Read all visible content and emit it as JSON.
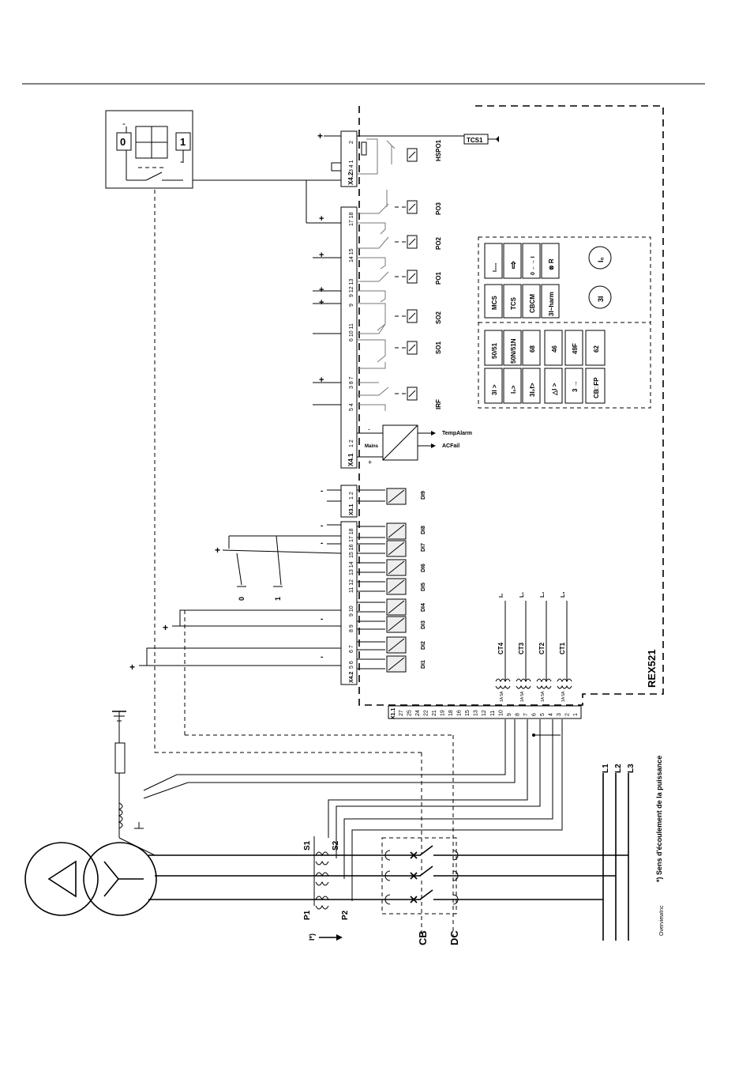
{
  "device_label": "REX521",
  "connectors": {
    "x42": "X4.2",
    "x41": "X4.1",
    "x31": "X3.1",
    "x11": "X1.1"
  },
  "outputs": {
    "tcs1": "TCS1",
    "hspo1": "HSPO1",
    "po3": "PO3",
    "po2": "PO2",
    "po1": "PO1",
    "so2": "SO2",
    "so1": "SO1",
    "irf": "IRF",
    "temp_alarm": "TempAlarm",
    "acfail": "ACFail",
    "mains": "Mains"
  },
  "digital_inputs": [
    "DI9",
    "DI8",
    "DI7",
    "DI6",
    "DI5",
    "DI4",
    "DI3",
    "DI2",
    "DI1"
  ],
  "terminal_numbers": {
    "hspo1": "2",
    "hspo1_b": "3 4 1",
    "po3": "17 18",
    "po2": "14 15",
    "po1": "9 12 13",
    "so2": "9",
    "so1": "6 10 11",
    "so1_b": "3 8 7",
    "irf": "5 4",
    "psu": "1 2",
    "di9": "1 2",
    "di8": "17 18",
    "di7": "15 16",
    "di6": "13 14",
    "di5": "11 12",
    "di4": "9 10",
    "di3": "8 9",
    "di2": "6 7",
    "di1": "5 6"
  },
  "x11_terminals": [
    "27",
    "25",
    "24",
    "22",
    "21",
    "19",
    "18",
    "16",
    "15",
    "13",
    "12",
    "11",
    "10",
    "9",
    "8",
    "7",
    "6",
    "5",
    "4",
    "3",
    "2",
    "1"
  ],
  "ct_labels": [
    "CT4",
    "CT3",
    "CT2",
    "CT1"
  ],
  "ct_currents": [
    "I₀",
    "L₁",
    "L₂",
    "L₃"
  ],
  "ct_ratings": "1A 5A",
  "function_blocks": {
    "protection": [
      {
        "symbol": "3I >",
        "code": "50/51"
      },
      {
        "symbol": "I₀>",
        "code": "50N/51N"
      },
      {
        "symbol": "3I₂f>",
        "code": "68"
      },
      {
        "symbol": "△I >",
        "code": "46"
      },
      {
        "symbol": "3 →",
        "code": "49F"
      },
      {
        "symbol": "CB□FP",
        "code": "62"
      }
    ],
    "monitoring": [
      "MCS",
      "TCS",
      "CBCM",
      "3I~harm"
    ],
    "control": [
      "I₀₀₀",
      "⇨",
      "0 ←→ I",
      "⊗ R"
    ],
    "measurement": [
      "I₀",
      "3I"
    ]
  },
  "switch_labels": {
    "zero": "0",
    "one": "1"
  },
  "power_labels": {
    "s1": "S1",
    "s2": "S2",
    "p1": "P1",
    "p2": "P2",
    "cb": "CB",
    "dc": "DC",
    "l1": "L1",
    "l2": "L2",
    "l3": "L3",
    "current_arrow": "I*)"
  },
  "footnote": "*) Sens d'écoulement de la puissance",
  "figure_name": "OverviewInc",
  "polarity": {
    "plus": "+",
    "minus": "-"
  }
}
